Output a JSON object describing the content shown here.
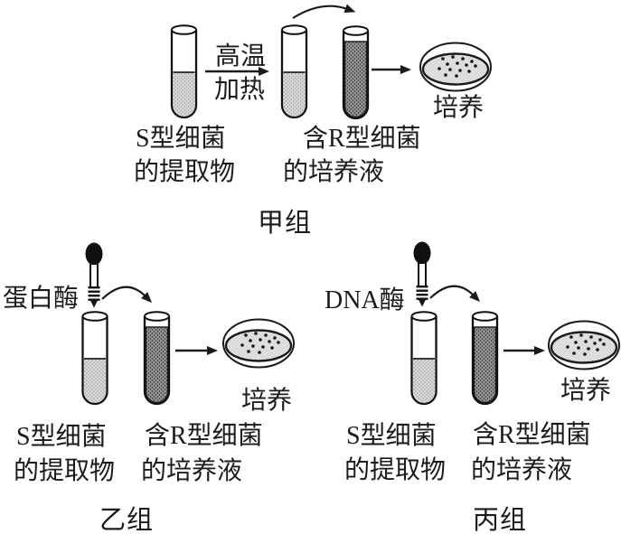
{
  "diagram": {
    "colors": {
      "ink": "#1b1b1b",
      "light_liquid": "#d9d9d9",
      "dark_liquid": "#969696",
      "agar": "#e4e4e4",
      "background": "#ffffff"
    },
    "groups": [
      {
        "group_label": "甲组",
        "treatment_line1": "高温",
        "treatment_line2": "加热",
        "extract_line1": "S型细菌",
        "extract_line2": "的提取物",
        "culture_line1": "含R型细菌",
        "culture_line2": "的培养液",
        "dish_label": "培养"
      },
      {
        "group_label": "乙组",
        "enzyme_label": "蛋白酶",
        "extract_line1": "S型细菌",
        "extract_line2": "的提取物",
        "culture_line1": "含R型细菌",
        "culture_line2": "的培养液",
        "dish_label": "培养"
      },
      {
        "group_label": "丙组",
        "enzyme_label": "DNA酶",
        "extract_line1": "S型细菌",
        "extract_line2": "的提取物",
        "culture_line1": "含R型细菌",
        "culture_line2": "的培养液",
        "dish_label": "培养"
      }
    ]
  }
}
